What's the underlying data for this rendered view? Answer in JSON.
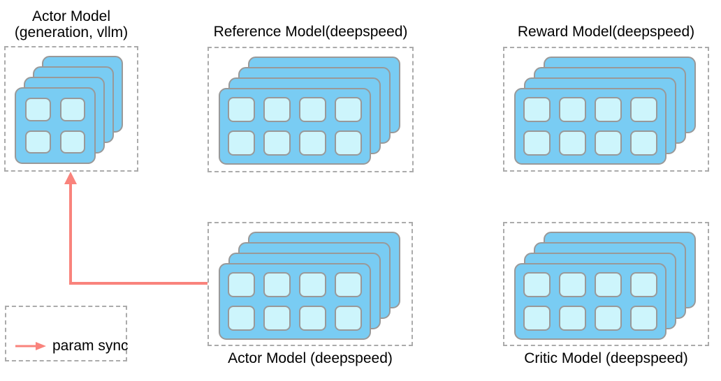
{
  "diagram_title": "",
  "nodes": {
    "actor_vllm": {
      "title_line1": "Actor Model",
      "title_line2": "(generation, vllm)",
      "label_position": "top",
      "stack": {
        "layers": 4,
        "rows": 2,
        "cols": 2
      }
    },
    "reference": {
      "title": "Reference Model(deepspeed)",
      "label_position": "top",
      "stack": {
        "layers": 4,
        "rows": 2,
        "cols": 4
      }
    },
    "reward": {
      "title": "Reward Model(deepspeed)",
      "label_position": "top",
      "stack": {
        "layers": 4,
        "rows": 2,
        "cols": 4
      }
    },
    "actor_deepspeed": {
      "title": "Actor Model (deepspeed)",
      "label_position": "bottom",
      "stack": {
        "layers": 4,
        "rows": 2,
        "cols": 4
      }
    },
    "critic": {
      "title": "Critic Model (deepspeed)",
      "label_position": "bottom",
      "stack": {
        "layers": 4,
        "rows": 2,
        "cols": 4
      }
    }
  },
  "legend": {
    "label": "param sync"
  },
  "connection": {
    "from": "Actor Model (deepspeed)",
    "to": "Actor Model (generation, vllm)",
    "type": "param sync"
  },
  "colors": {
    "card_blue": "#79ccf3",
    "cell_cyan": "#cdf5fc",
    "card_border": "#999999",
    "box_dash": "#ababab",
    "arrow": "#f9837c",
    "text": "#000000"
  }
}
